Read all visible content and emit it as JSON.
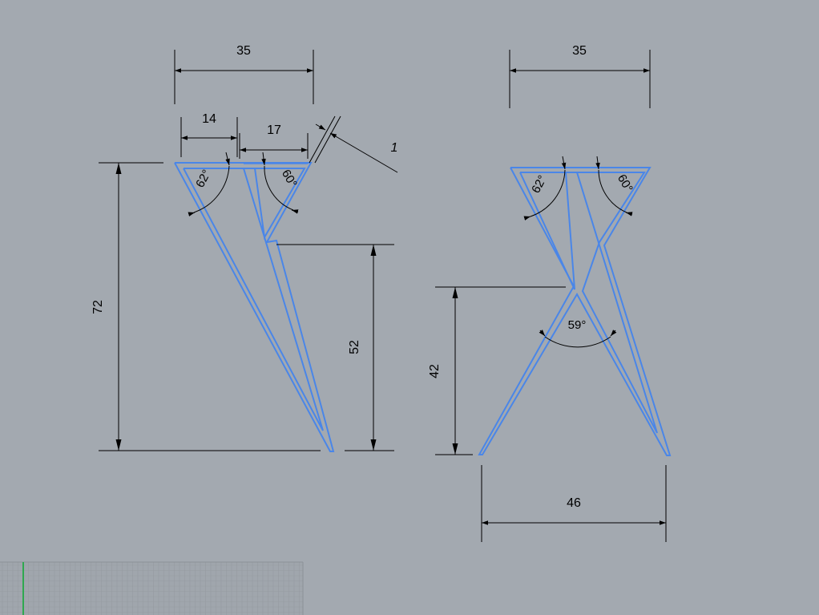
{
  "colors": {
    "background": "#a3a9b0",
    "part_outline": "#4a86e8",
    "dimension": "#000000",
    "grid_minor": "#9aa0a6",
    "grid_major": "#8b9197",
    "grid_axis": "#2fa84f"
  },
  "view_left": {
    "dims": {
      "top_width": "35",
      "left_segment": "14",
      "right_segment": "17",
      "thickness": "1",
      "total_height": "72",
      "junction_height": "52"
    },
    "angles": {
      "left_angle": "62°",
      "right_angle": "60°"
    }
  },
  "view_right": {
    "dims": {
      "top_width": "35",
      "cross_height": "42",
      "base_width": "46"
    },
    "angles": {
      "left_angle": "62°",
      "right_angle": "60°",
      "cross_angle": "59°"
    }
  },
  "grid_widget": {
    "icon": "construction-grid"
  }
}
